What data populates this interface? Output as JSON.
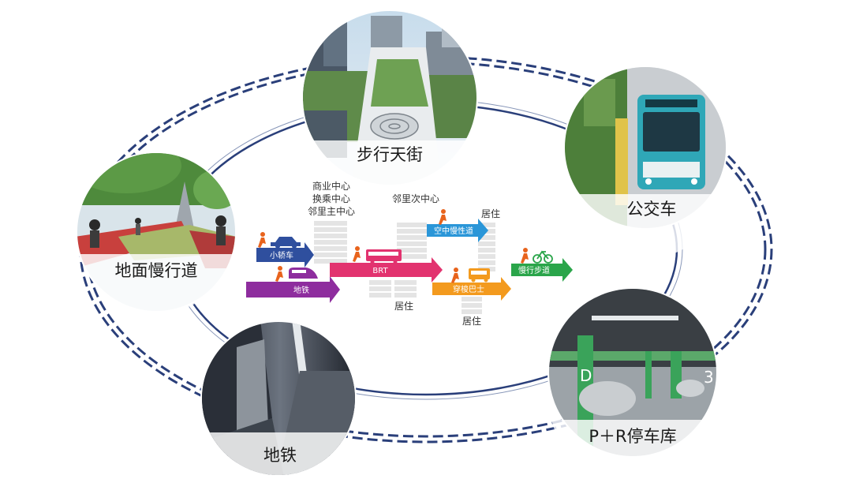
{
  "nodes": {
    "pedestrian_street": "步行天街",
    "bus": "公交车",
    "slow_lane": "地面慢行道",
    "metro": "地铁",
    "park_ride": "P＋R停车库"
  },
  "modes": {
    "car": "小轿车",
    "metro": "地铁",
    "brt": "BRT",
    "sky_walk": "空中慢性道",
    "shuttle": "穿梭巴士",
    "slow_walk": "慢行步道"
  },
  "zones": {
    "center_line1": "商业中心",
    "center_line2": "换乘中心",
    "center_line3": "邻里主中心",
    "sub_center": "邻里次中心",
    "residential_top": "居住",
    "residential_mid": "居住",
    "residential_low": "居住"
  },
  "colors": {
    "ring": "#2a3f7a",
    "car": "#2f4f9e",
    "metro": "#8e2d9e",
    "brt": "#e2336f",
    "sky_walk": "#2a96d8",
    "shuttle": "#f39a1e",
    "slow_walk": "#2aa54a"
  },
  "icons": {
    "car": "car-icon",
    "metro": "train-icon",
    "brt": "bus-icon",
    "shuttle": "shuttle-bus-icon",
    "slow_walk": "bicycle-icon",
    "walker": "walker-icon"
  }
}
